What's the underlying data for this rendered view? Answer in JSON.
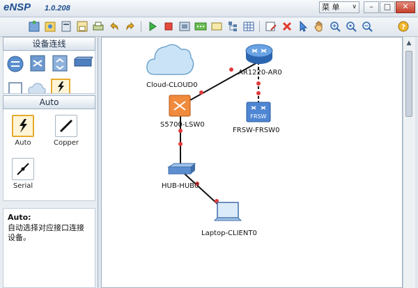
{
  "app": {
    "logo": "eNSP",
    "version": "1.0.208"
  },
  "menu": {
    "label": "菜 单",
    "arrow": "∨"
  },
  "window": {
    "minimize": "–",
    "maximize": "□",
    "close": "✕"
  },
  "left_panel": {
    "devices_header": "设备连线",
    "cables_header": "Auto",
    "cables": [
      {
        "label": "Auto",
        "icon": "auto-lightning-icon",
        "selected": true
      },
      {
        "label": "Copper",
        "icon": "copper-cable-icon",
        "selected": false
      },
      {
        "label": "Serial",
        "icon": "serial-cable-icon",
        "selected": false
      }
    ],
    "description": {
      "title": "Auto:",
      "text": "自动选择对应接口连接设备。"
    }
  },
  "topology": {
    "nodes": [
      {
        "id": "cloud",
        "label": "Cloud-CLOUD0",
        "icon": "cloud-icon"
      },
      {
        "id": "router",
        "label": "AR1220-AR0",
        "icon": "router-icon"
      },
      {
        "id": "switch",
        "label": "S5700-LSW0",
        "icon": "switch-icon"
      },
      {
        "id": "frsw",
        "label": "FRSW-FRSW0",
        "icon": "frsw-icon",
        "badge": "FRSW"
      },
      {
        "id": "hub",
        "label": "HUB-HUB0",
        "icon": "hub-icon"
      },
      {
        "id": "laptop",
        "label": "Laptop-CLIENT0",
        "icon": "laptop-icon"
      }
    ]
  },
  "colors": {
    "accent": "#e5a92c",
    "link": "#111111",
    "port": "#e23b3b",
    "switch": "#f08a3c",
    "router": "#3b7fcf"
  }
}
